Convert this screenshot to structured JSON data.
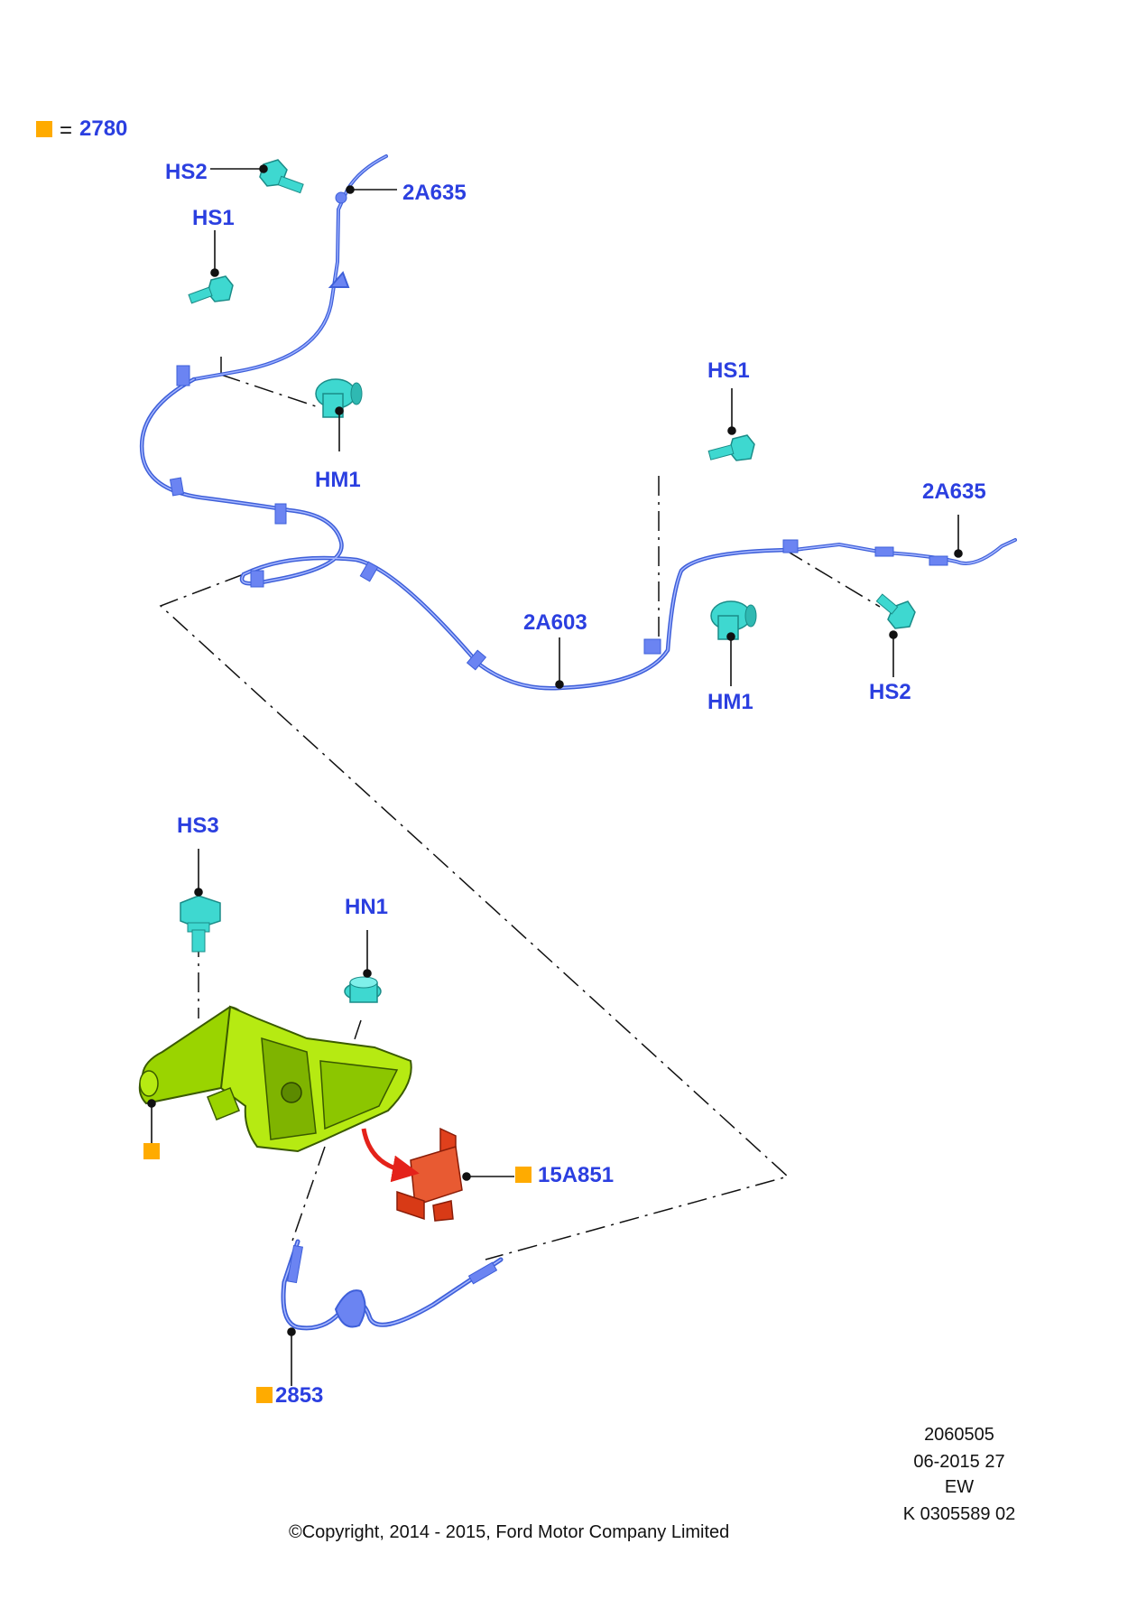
{
  "legend": {
    "equals": "=",
    "value": "2780",
    "marker_color": "#ffab00"
  },
  "labels": {
    "hs2_top": "HS2",
    "a635_top": "2A635",
    "hs1_top": "HS1",
    "hm1_left": "HM1",
    "hs1_right": "HS1",
    "a635_right": "2A635",
    "a603": "2A603",
    "hm1_right": "HM1",
    "hs2_right": "HS2",
    "hs3": "HS3",
    "hn1": "HN1",
    "a15851": "15A851",
    "a2853": "2853"
  },
  "info_block": {
    "line1": "2060505",
    "line2": "06-2015 27",
    "line3": "EW",
    "line4": "K 0305589 02"
  },
  "copyright": "©Copyright, 2014 - 2015, Ford Motor Company Limited",
  "colors": {
    "label_text": "#2b3fe0",
    "cable": "#4f6fe0",
    "fastener": "#3ed8d0",
    "lever": "#9ad400",
    "bracket": "#e0401c",
    "marker": "#ffab00"
  }
}
